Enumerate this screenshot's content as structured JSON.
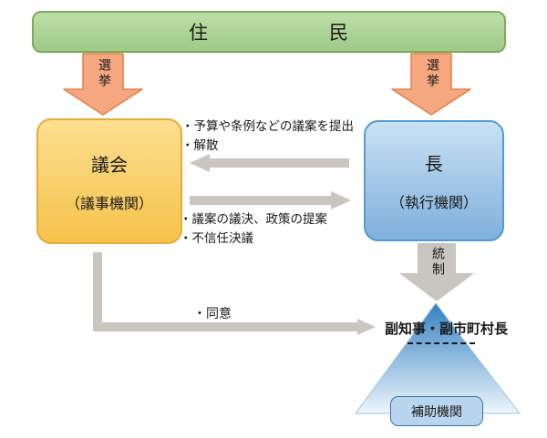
{
  "figure": {
    "residents": "住　　　　　　民",
    "assembly": {
      "title": "議会",
      "subtitle": "（議事機関）"
    },
    "chief": {
      "title": "長",
      "subtitle": "（執行機関）"
    },
    "election_left": "選挙",
    "election_right": "選挙",
    "chief_to_assembly": [
      "・予算や条例などの議案を提出",
      "・解散"
    ],
    "assembly_to_chief": [
      "・議案の議決、政策の提案",
      "・不信任決議"
    ],
    "control": "統制",
    "consent": "・同意",
    "deputy": "副知事・副市町村長",
    "auxiliary": "補助機関"
  },
  "palette": {
    "green-fill-top": "#bedfa9",
    "green-fill-bottom": "#9fc987",
    "green-border": "#7bad5b",
    "orange-fill": "#f5a87f",
    "orange-border": "#e87c4a",
    "yellow-fill-top": "#fcdf8f",
    "yellow-fill-bottom": "#f6c24b",
    "yellow-border": "#eaaa38",
    "blue-fill-top": "#c9e1f4",
    "blue-fill-bottom": "#7fb0dc",
    "blue-border": "#549ad4",
    "gray-arrow": "#c9c5bf",
    "triangle-top": "#3380c1",
    "triangle-bottom": "#eef6fc",
    "triangle-border": "#9cc4e6",
    "aux-fill": "#b9d5ed",
    "aux-border": "#2e75b6",
    "text": "#1a1a1a"
  }
}
